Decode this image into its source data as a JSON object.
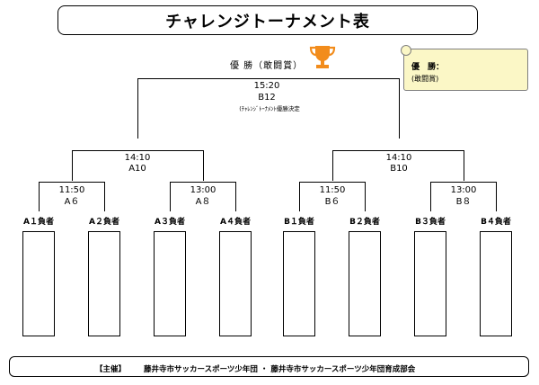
{
  "title": "チャレンジトーナメント表",
  "champion": {
    "label": "優 勝（敢闘賞）"
  },
  "note": {
    "title": "優　勝：",
    "subtitle": "(敢闘賞)"
  },
  "final": {
    "time": "15:20",
    "code": "B12",
    "description": "(ﾁｬﾚﾝｼﾞﾄｰﾅﾒﾝﾄ優勝決定"
  },
  "semis": [
    {
      "time": "14:10",
      "code": "A10"
    },
    {
      "time": "14:10",
      "code": "B10"
    }
  ],
  "quarters": [
    {
      "time": "11:50",
      "code": "A６"
    },
    {
      "time": "13:00",
      "code": "A８"
    },
    {
      "time": "11:50",
      "code": "B６"
    },
    {
      "time": "13:00",
      "code": "B８"
    }
  ],
  "slots": [
    "A１負者",
    "A２負者",
    "A３負者",
    "A４負者",
    "B１負者",
    "B２負者",
    "B３負者",
    "B４負者"
  ],
  "footer": {
    "label": "【主催】",
    "organizers": "藤井寺市サッカースポーツ少年団 ・ 藤井寺市サッカースポーツ少年団育成部会"
  }
}
